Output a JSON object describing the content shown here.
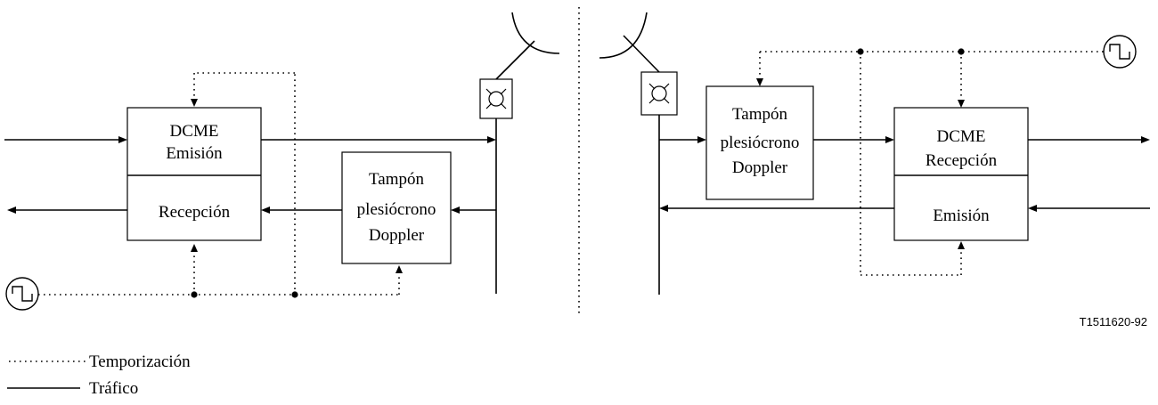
{
  "left": {
    "dcme_top": [
      "DCME",
      "Emisión"
    ],
    "dcme_bottom": "Recepción",
    "buffer": [
      "Tampón",
      "plesiócrono",
      "Doppler"
    ]
  },
  "right": {
    "buffer": [
      "Tampón",
      "plesiócrono",
      "Doppler"
    ],
    "dcme_top": [
      "DCME",
      "Recepción"
    ],
    "dcme_bottom": "Emisión"
  },
  "figure_code": "T1511620-92",
  "legend": {
    "timing": "Temporización",
    "traffic": "Tráfico"
  }
}
